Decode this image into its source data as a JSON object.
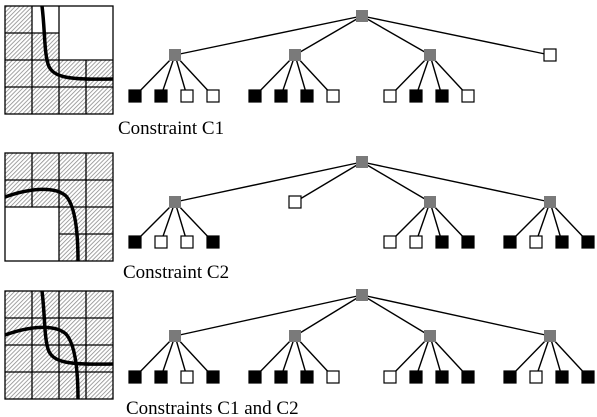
{
  "colors": {
    "internal_node": "#7a7a7a",
    "full_leaf": "#000000",
    "empty_leaf": "#ffffff",
    "hatch": "#9a9a9a",
    "stroke": "#000000"
  },
  "panels": [
    {
      "caption": "Constraint C1",
      "root_children": [
        {
          "type": "internal",
          "leaves": [
            "full",
            "full",
            "empty",
            "empty"
          ]
        },
        {
          "type": "internal",
          "leaves": [
            "full",
            "full",
            "full",
            "empty"
          ]
        },
        {
          "type": "internal",
          "leaves": [
            "empty",
            "full",
            "full",
            "empty"
          ]
        },
        {
          "type": "empty"
        }
      ]
    },
    {
      "caption": "Constraint C2",
      "root_children": [
        {
          "type": "internal",
          "leaves": [
            "full",
            "empty",
            "empty",
            "full"
          ]
        },
        {
          "type": "empty"
        },
        {
          "type": "internal",
          "leaves": [
            "empty",
            "empty",
            "full",
            "full"
          ]
        },
        {
          "type": "internal",
          "leaves": [
            "full",
            "empty",
            "full",
            "full"
          ]
        }
      ]
    },
    {
      "caption": "Constraints C1 and C2",
      "root_children": [
        {
          "type": "internal",
          "leaves": [
            "full",
            "full",
            "empty",
            "full"
          ]
        },
        {
          "type": "internal",
          "leaves": [
            "full",
            "full",
            "full",
            "empty"
          ]
        },
        {
          "type": "internal",
          "leaves": [
            "empty",
            "full",
            "full",
            "full"
          ]
        },
        {
          "type": "internal",
          "leaves": [
            "full",
            "empty",
            "full",
            "full"
          ]
        }
      ]
    }
  ]
}
